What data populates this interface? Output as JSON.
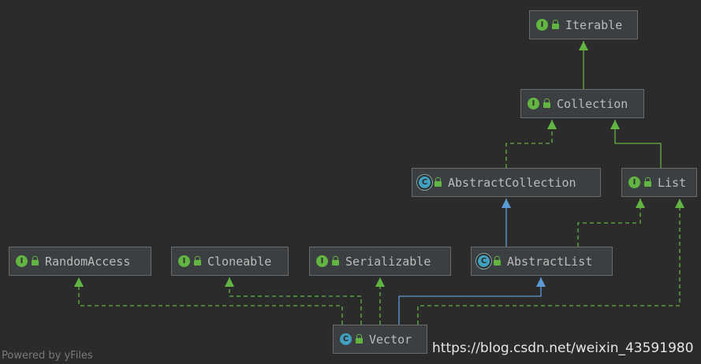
{
  "nodes": {
    "iterable": {
      "name": "Iterable",
      "kind": "I"
    },
    "collection": {
      "name": "Collection",
      "kind": "I"
    },
    "abstract_collection": {
      "name": "AbstractCollection",
      "kind": "C"
    },
    "list": {
      "name": "List",
      "kind": "I"
    },
    "random_access": {
      "name": "RandomAccess",
      "kind": "I"
    },
    "cloneable": {
      "name": "Cloneable",
      "kind": "I"
    },
    "serializable": {
      "name": "Serializable",
      "kind": "I"
    },
    "abstract_list": {
      "name": "AbstractList",
      "kind": "C"
    },
    "vector": {
      "name": "Vector",
      "kind": "C"
    }
  },
  "relations": [
    {
      "from": "collection",
      "to": "iterable",
      "type": "extends"
    },
    {
      "from": "abstract_collection",
      "to": "collection",
      "type": "implements"
    },
    {
      "from": "list",
      "to": "collection",
      "type": "extends"
    },
    {
      "from": "abstract_list",
      "to": "abstract_collection",
      "type": "extends"
    },
    {
      "from": "abstract_list",
      "to": "list",
      "type": "implements"
    },
    {
      "from": "vector",
      "to": "abstract_list",
      "type": "extends"
    },
    {
      "from": "vector",
      "to": "random_access",
      "type": "implements"
    },
    {
      "from": "vector",
      "to": "cloneable",
      "type": "implements"
    },
    {
      "from": "vector",
      "to": "serializable",
      "type": "implements"
    },
    {
      "from": "vector",
      "to": "list",
      "type": "implements"
    }
  ],
  "colors": {
    "implements_edge": "#62b543",
    "extends_class_edge": "#5b9bd5",
    "background": "#2b2b2b"
  },
  "footer": {
    "powered_by": "Powered by yFiles",
    "watermark": "https://blog.csdn.net/weixin_43591980"
  }
}
